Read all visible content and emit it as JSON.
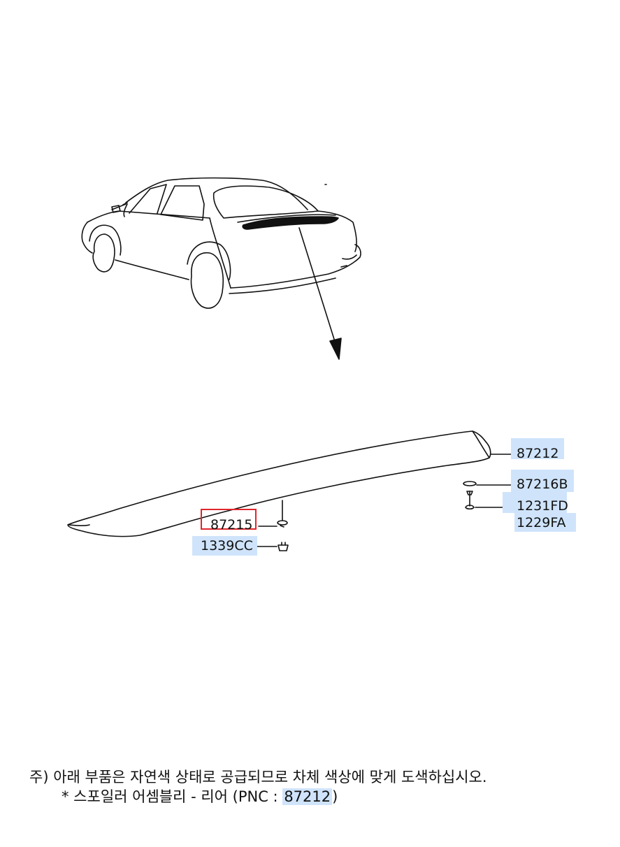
{
  "parts": {
    "p87212": "87212",
    "p87216b": "87216B",
    "p1231fd": "1231FD",
    "p1229fa": "1229FA",
    "p87215": "87215",
    "p1339cc": "1339CC"
  },
  "note": {
    "line1": "주) 아래 부품은 자연색 상태로 공급되므로 차체 색상에 맞게 도색하십시오.",
    "line2_prefix": "* 스포일러 어셈블리 - 리어 (PNC : ",
    "line2_pnc": "87212",
    "line2_suffix": ")"
  },
  "colors": {
    "highlight": "#cfe4fb",
    "selected_border": "#e0262b",
    "line": "#111111"
  }
}
